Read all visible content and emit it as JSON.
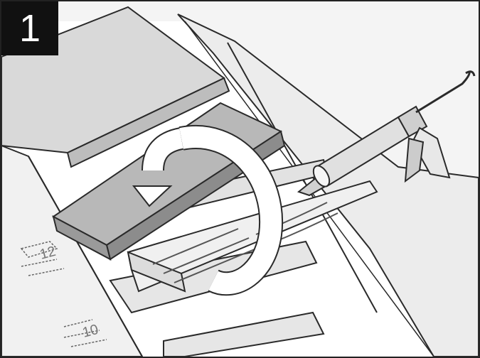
{
  "step": {
    "number": "1"
  },
  "illustration": {
    "subject": "stair-tread-installation",
    "tool": "caulking-gun",
    "action": "rotate-tread-arrow",
    "stair_marks": [
      "12",
      "10"
    ]
  },
  "colors": {
    "frame_border": "#222222",
    "badge_bg": "#111111",
    "badge_text": "#ffffff",
    "line": "#2a2a2a",
    "tread_top": "#b8b8b8",
    "tread_front": "#8c8c8c",
    "wall": "#e8e8e8",
    "stringer": "#f1f1f1"
  }
}
